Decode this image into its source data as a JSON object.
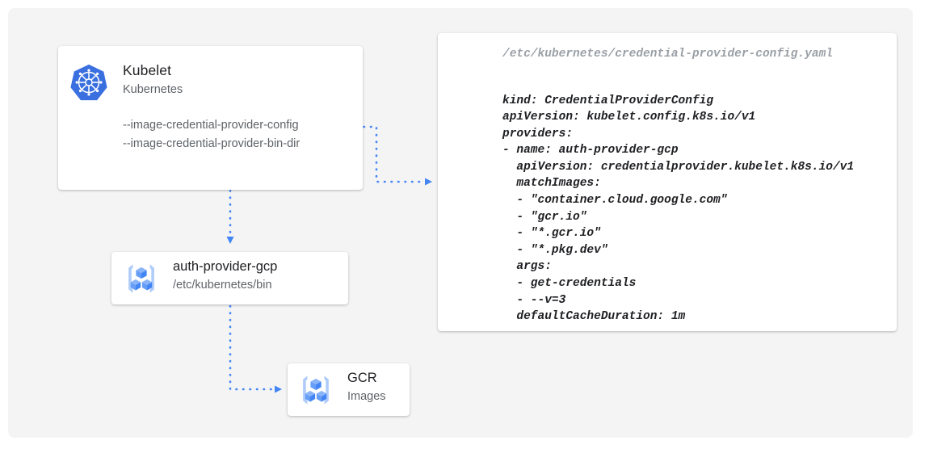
{
  "diagram": {
    "background_color": "#f4f4f5",
    "accent_color": "#4285f4",
    "nodes": {
      "kubelet": {
        "icon": "kubernetes-logo-icon",
        "title": "Kubelet",
        "subtitle": "Kubernetes",
        "flags": [
          "--image-credential-provider-config",
          "--image-credential-provider-bin-dir"
        ]
      },
      "auth_provider": {
        "icon": "container-registry-icon",
        "title": "auth-provider-gcp",
        "subtitle": "/etc/kubernetes/bin"
      },
      "gcr": {
        "icon": "container-registry-icon",
        "title": "GCR",
        "subtitle": "Images"
      }
    },
    "code_card": {
      "path": "/etc/kubernetes/credential-provider-config.yaml",
      "yaml": "kind: CredentialProviderConfig\napiVersion: kubelet.config.k8s.io/v1\nproviders:\n- name: auth-provider-gcp\n  apiVersion: credentialprovider.kubelet.k8s.io/v1\n  matchImages:\n  - \"container.cloud.google.com\"\n  - \"gcr.io\"\n  - \"*.gcr.io\"\n  - \"*.pkg.dev\"\n  args:\n  - get-credentials\n  - --v=3\n  defaultCacheDuration: 1m"
    },
    "connectors": [
      {
        "name": "kubelet-config-to-code-card",
        "from": "--image-credential-provider-config",
        "to": "credential-provider-config.yaml",
        "style": "dotted-elbow-arrow"
      },
      {
        "name": "kubelet-to-auth-provider",
        "from": "Kubelet",
        "to": "auth-provider-gcp",
        "style": "dotted-vertical-arrow"
      },
      {
        "name": "auth-provider-to-gcr",
        "from": "auth-provider-gcp",
        "to": "GCR",
        "style": "dotted-elbow-arrow"
      }
    ]
  }
}
